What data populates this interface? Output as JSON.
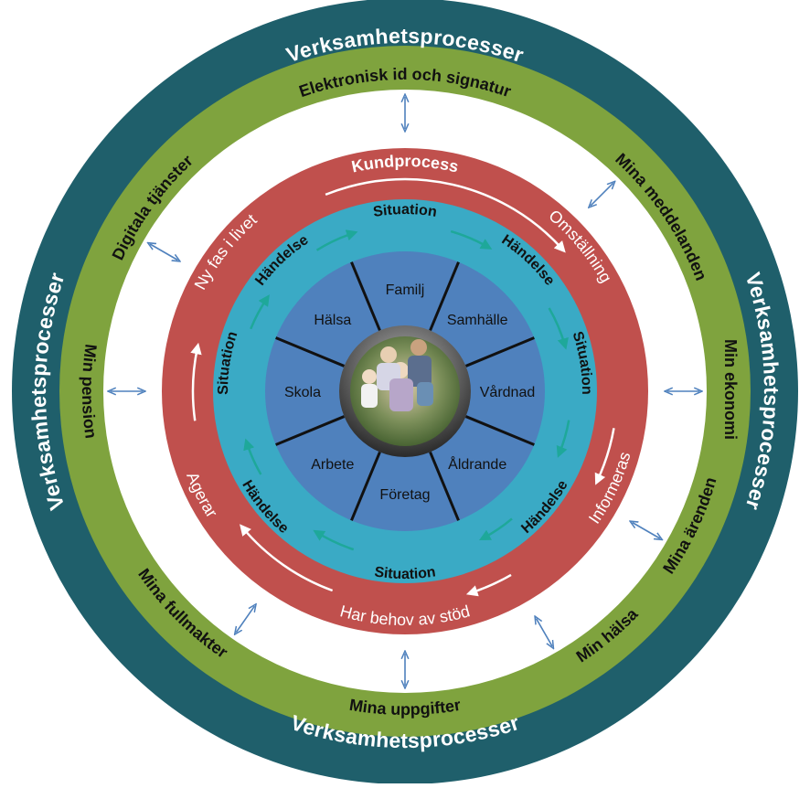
{
  "colors": {
    "outer_ring": "#1f5f6b",
    "green_ring": "#7fa33e",
    "white_ring": "#ffffff",
    "red_ring": "#c0504d",
    "cyan_ring": "#3aaac5",
    "core": "#4f81bd",
    "connector_arrows": "#4f81bd",
    "cycle_arrows": "#1ea89a"
  },
  "outer_ring": {
    "labels": [
      "Verksamhetsprocesser",
      "Verksamhetsprocesser",
      "Verksamhetsprocesser",
      "Verksamhetsprocesser"
    ]
  },
  "green_ring": {
    "labels": [
      "Elektronisk id och signatur",
      "Mina meddelanden",
      "Min ekonomi",
      "Mina ärenden",
      "Min hälsa",
      "Mina uppgifter",
      "Mina fullmakter",
      "Min pension",
      "Digitala tjänster"
    ]
  },
  "red_ring": {
    "title": "Kundprocess",
    "phases": [
      "Omställning",
      "Informeras",
      "Har behov av stöd",
      "Agerar",
      "Ny fas i livet"
    ]
  },
  "cyan_ring": {
    "labels": [
      "Situation",
      "Händelse",
      "Situation",
      "Händelse",
      "Situation",
      "Händelse",
      "Situation",
      "Händelse"
    ]
  },
  "core": {
    "sectors": [
      "Familj",
      "Samhälle",
      "Vårdnad",
      "Åldrande",
      "Företag",
      "Arbete",
      "Skola",
      "Hälsa"
    ],
    "center_image": "family-photo"
  },
  "connector_icon": "double-headed-arrow-icon"
}
